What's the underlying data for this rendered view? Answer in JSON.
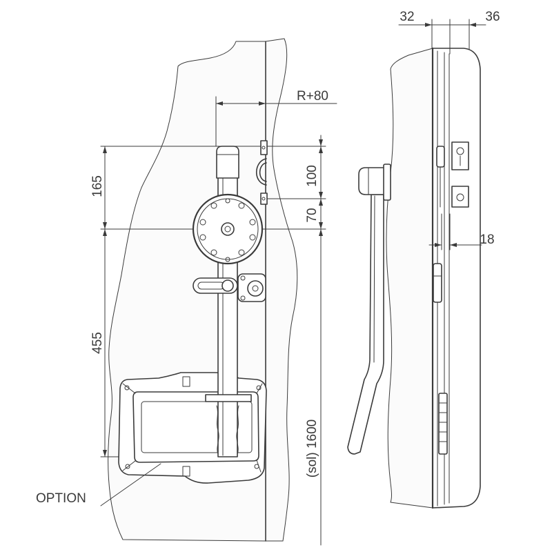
{
  "dimensions": {
    "d32": "32",
    "d36": "36",
    "r80": "R+80",
    "d165": "165",
    "d100": "100",
    "d70": "70",
    "d18": "18",
    "d455": "455",
    "sol1600": "(sol) 1600"
  },
  "labels": {
    "option": "OPTION"
  },
  "colors": {
    "ink": "#3a3a3a",
    "paper": "#ffffff"
  }
}
